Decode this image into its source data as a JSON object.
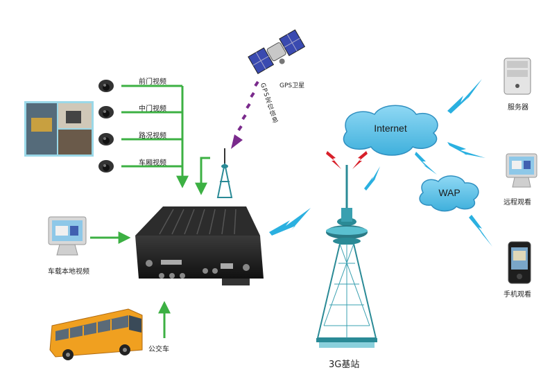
{
  "cameras": [
    {
      "label": "前门视频"
    },
    {
      "label": "中门视频"
    },
    {
      "label": "路况视频"
    },
    {
      "label": "车厢视频"
    }
  ],
  "satellite": {
    "label": "GPS卫星",
    "signal": "GPS定位信息"
  },
  "local_monitor": {
    "label": "车载本地视频"
  },
  "bus": {
    "label": "公交车"
  },
  "tower": {
    "label": "3G基站"
  },
  "clouds": {
    "internet": "Internet",
    "wap": "WAP"
  },
  "endpoints": [
    {
      "label": "服务器",
      "icon": "server-icon"
    },
    {
      "label": "远程观看",
      "icon": "monitor-icon"
    },
    {
      "label": "手机观看",
      "icon": "phone-icon"
    }
  ],
  "colors": {
    "arrow_green": "#3cb043",
    "signal_blue": "#2ab0e0",
    "cloud_fill": "#5ec4ea",
    "gps_purple": "#7a2a8c",
    "tower_teal": "#2a8a96",
    "bus_orange": "#f0a020"
  }
}
